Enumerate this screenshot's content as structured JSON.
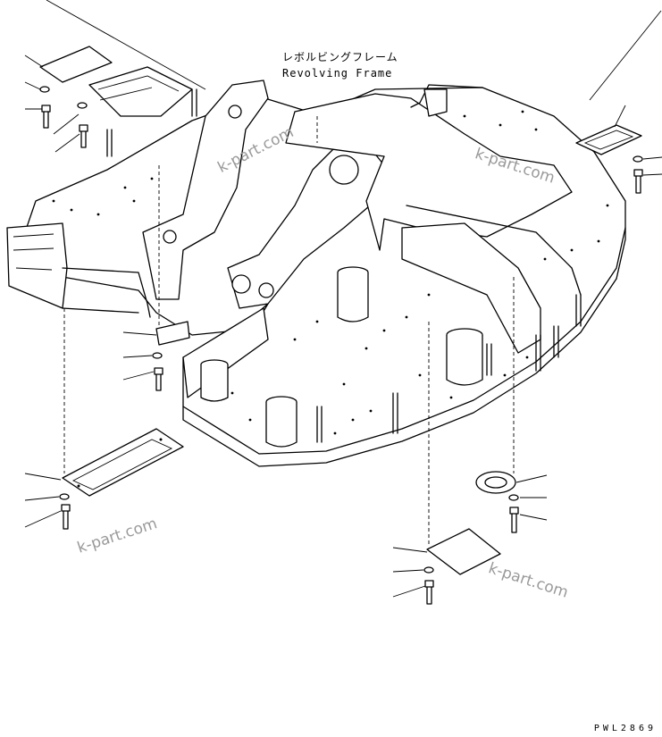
{
  "diagram": {
    "title_jp": "レボルビングフレーム",
    "title_en": "Revolving Frame",
    "drawing_number": "PWL2869",
    "watermark": "k-part.com"
  },
  "colors": {
    "line": "#000000",
    "background": "#ffffff",
    "watermark": "#9a9a9a"
  }
}
